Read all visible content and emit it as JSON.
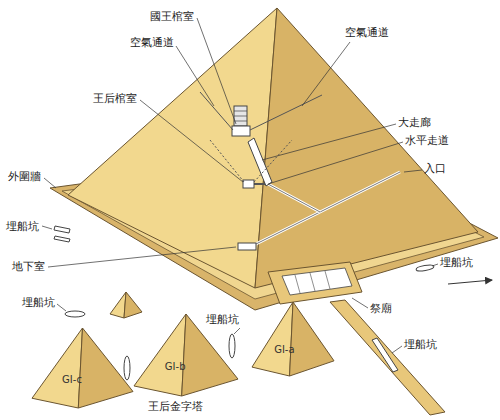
{
  "diagram": {
    "nodes": [
      {
        "text": [
          "GI-c"
        ]
      },
      {
        "text": [
          "GI-b"
        ]
      },
      {
        "text": [
          "GI-a"
        ]
      }
    ],
    "labels": [
      "國王棺室",
      "空氣通道",
      "空氣通道",
      "王后棺室",
      "大走廊",
      "水平走道",
      "入口",
      "外圍牆",
      "埋船坑",
      "地下室",
      "埋船坑",
      "埋船坑",
      "祭廟",
      "埋船坑",
      "埋船坑",
      "王后金字塔"
    ]
  }
}
